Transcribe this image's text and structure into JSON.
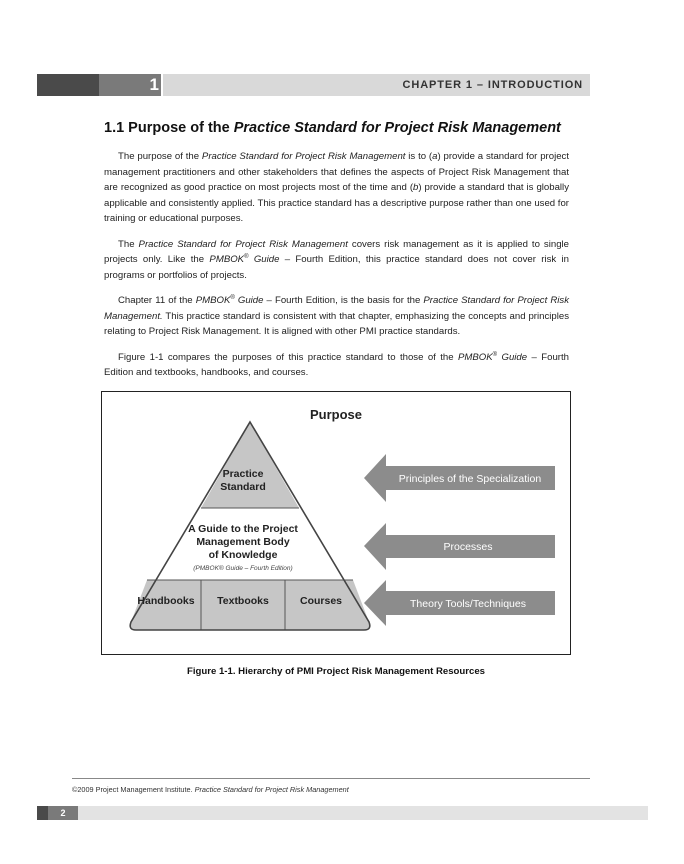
{
  "header": {
    "chapter_number": "1",
    "chapter_title": "CHAPTER 1 – INTRODUCTION"
  },
  "section": {
    "number_and_lead": "1.1 Purpose of the ",
    "title_italic": "Practice Standard for Project Risk Management"
  },
  "paragraphs": {
    "p1": {
      "a": "The purpose of the ",
      "b": "Practice Standard for Project Risk Management",
      "c": " is to (",
      "d": "a",
      "e": ") provide a standard for project management practitioners and other stakeholders that defines the aspects of Project Risk Management that are recognized as good practice on most projects most of the time and (",
      "f": "b",
      "g": ") provide a standard that is globally applicable and consistently applied. This practice standard has a descriptive purpose rather than one used for training or educational purposes."
    },
    "p2": {
      "a": "The ",
      "b": "Practice Standard for Project Risk Management",
      "c": " covers risk management as it is applied to single projects only. Like the ",
      "d": "PMBOK",
      "e": "®",
      "f": " Guide",
      "g": " – Fourth Edition, this practice standard does not cover risk in programs or portfolios of projects."
    },
    "p3": {
      "a": "Chapter 11 of the ",
      "b": "PMBOK",
      "c": "®",
      "d": " Guide",
      "e": " – Fourth Edition, is the basis for the ",
      "f": "Practice Standard for Project Risk Management.",
      "g": " This practice standard is consistent with that chapter, emphasizing the concepts and principles relating to Project Risk Management. It is aligned with other PMI practice standards."
    },
    "p4": {
      "a": "Figure 1-1 compares the purposes of this practice standard to those of the ",
      "b": "PMBOK",
      "c": "®",
      "d": " Guide",
      "e": " – Fourth Edition and textbooks, handbooks, and courses."
    }
  },
  "figure": {
    "heading": "Purpose",
    "pyramid": {
      "top_line1": "Practice",
      "top_line2": "Standard",
      "mid_line1": "A Guide to the Project",
      "mid_line2": "Management Body",
      "mid_line3": "of Knowledge",
      "mid_sub": "(PMBOK® Guide – Fourth Edition)",
      "base_left": "Handbooks",
      "base_center": "Textbooks",
      "base_right": "Courses"
    },
    "arrows": {
      "top": "Principles of the Specialization",
      "middle": "Processes",
      "bottom": "Theory Tools/Techniques"
    },
    "colors": {
      "pyramid_gray": "#c6c6c6",
      "arrow_gray": "#8c8c8c"
    },
    "caption": "Figure 1-1. Hierarchy of PMI Project Risk Management Resources"
  },
  "footer": {
    "copyright": "©2009 Project Management Institute. ",
    "title_italic": "Practice Standard for Project Risk Management",
    "page_number": "2"
  }
}
